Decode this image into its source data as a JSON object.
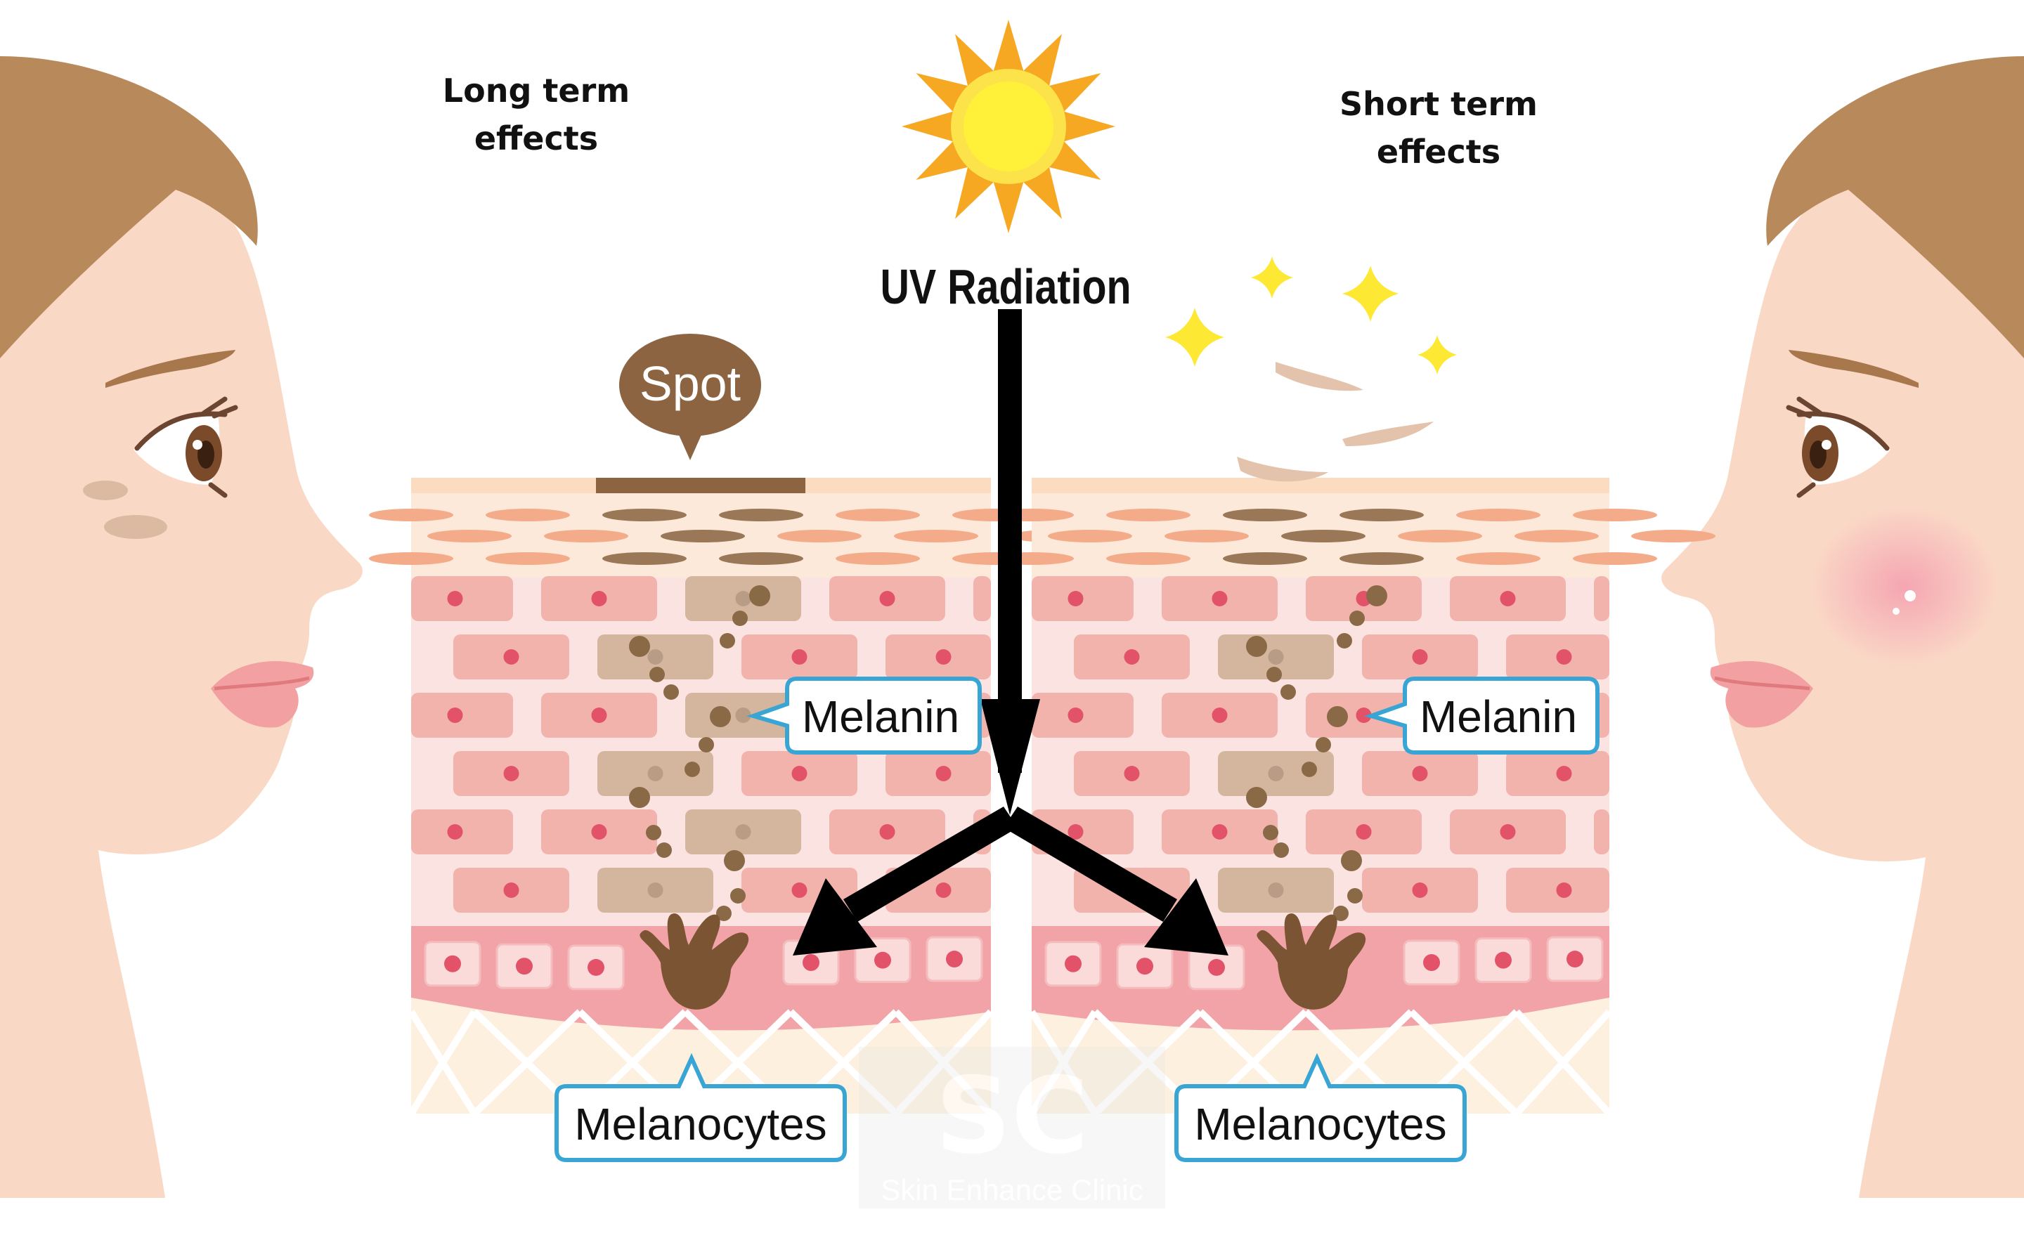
{
  "colors": {
    "skin_face": "#fad8c6",
    "hair": "#b8895a",
    "sun_rays": "#f7a823",
    "sun_core": "#fde34a",
    "sparkle": "#fde934",
    "epidermis_top": "#fbdcc0",
    "cell_fill": "#f2b3ac",
    "cell_bg": "#fbe3e2",
    "melanin_cell": "#d4b59d",
    "melanin_dot": "#8a6a46",
    "melanocyte": "#7b5533",
    "basal_band": "#f2a3a7",
    "dermis": "#fdf0de",
    "callout_border": "#38a5d4",
    "spot_bubble": "#8d6441",
    "arrow": "#000000"
  },
  "headers": {
    "long_term_line1": "Long term",
    "long_term_line2": "effects",
    "short_term_line1": "Short term",
    "short_term_line2": "effects"
  },
  "sun": {
    "icon": "sun-icon"
  },
  "uv_label": "UV Radiation",
  "spot_label": "Spot",
  "left_panel": {
    "melanin_label": "Melanin",
    "melanocytes_label": "Melanocytes"
  },
  "right_panel": {
    "melanin_label": "Melanin",
    "melanocytes_label": "Melanocytes"
  },
  "watermark": {
    "logo_text": "SC",
    "caption": "Skin Enhance Clinic"
  },
  "faces": {
    "left": "face-with-spots",
    "right": "face-with-redness"
  }
}
